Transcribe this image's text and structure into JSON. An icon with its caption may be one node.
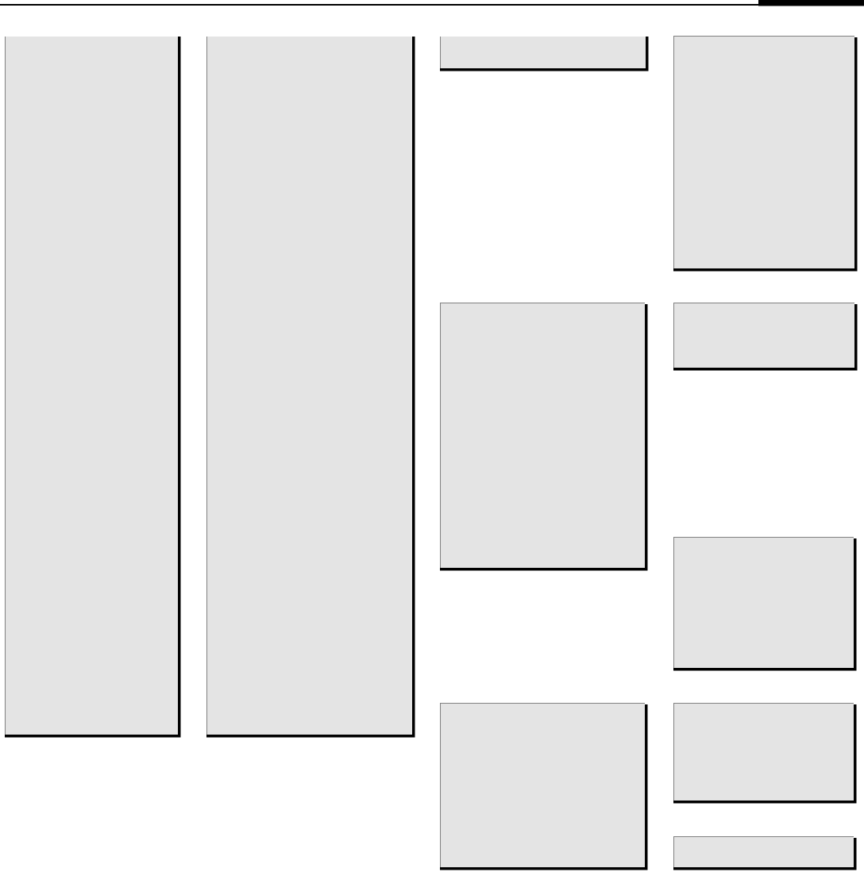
{
  "diagram": {
    "nodes": [
      {
        "text": [],
        "shape": "box"
      },
      {
        "text": [],
        "shape": "box"
      },
      {
        "text": [],
        "shape": "box"
      },
      {
        "text": [],
        "shape": "box"
      },
      {
        "text": [],
        "shape": "box"
      },
      {
        "text": [],
        "shape": "box"
      },
      {
        "text": [],
        "shape": "box"
      },
      {
        "text": [],
        "shape": "box"
      },
      {
        "text": [],
        "shape": "box"
      },
      {
        "text": [],
        "shape": "box"
      }
    ]
  }
}
